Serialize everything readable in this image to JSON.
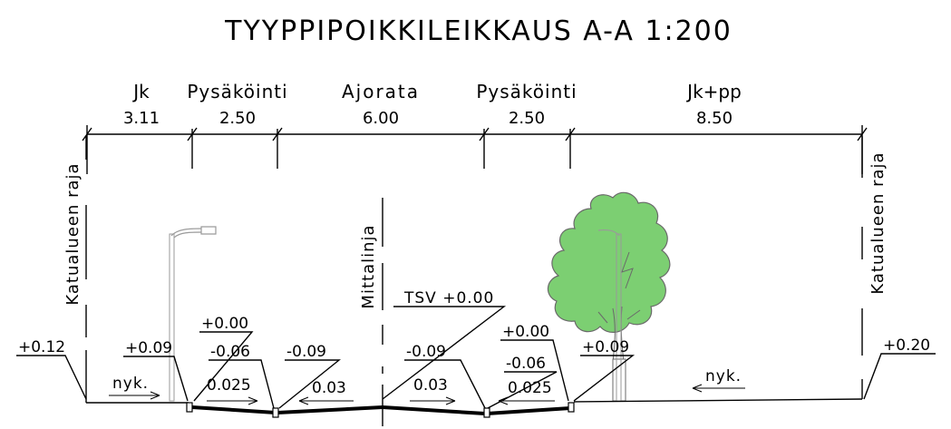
{
  "title": "TYYPPIPOIKKILEIKKAUS A-A  1:200",
  "sections": [
    {
      "name": "Jk",
      "width": "3.11"
    },
    {
      "name": "Pysäköinti",
      "width": "2.50"
    },
    {
      "name": "Ajorata",
      "width": "6.00"
    },
    {
      "name": "Pysäköinti",
      "width": "2.50"
    },
    {
      "name": "Jk+pp",
      "width": "8.50"
    }
  ],
  "boundary_label": "Katualueen raja",
  "centerline_label": "Mittalinja",
  "tsv_label": "TSV +0.00",
  "elevations": {
    "left_edge": "+0.12",
    "left_walk": "+0.09",
    "left_park_top": "+0.00",
    "left_park_mid": "-0.06",
    "left_gutter": "-0.09",
    "right_gutter": "-0.09",
    "right_park_mid": "-0.06",
    "right_park_top": "+0.00",
    "right_walk": "+0.09",
    "right_edge": "+0.20"
  },
  "slopes": {
    "left_park": "0.025",
    "left_road": "0.03",
    "right_road": "0.03",
    "right_park": "0.025"
  },
  "existing_labels": {
    "left": "nyk.",
    "right": "nyk."
  },
  "colors": {
    "line": "#000000",
    "tree_fill": "#7ccf72",
    "tree_stroke": "#6a6a6a",
    "pole": "#9a9a9a"
  },
  "icons": [
    "street-light-icon",
    "tree-icon"
  ]
}
